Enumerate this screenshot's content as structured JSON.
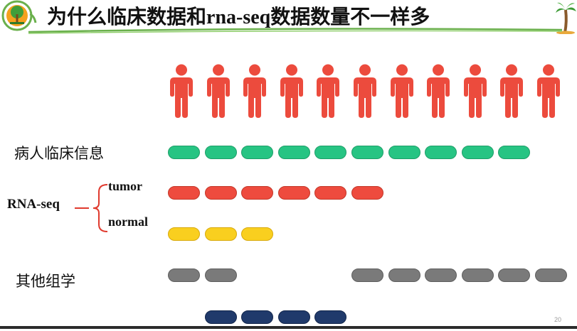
{
  "title": {
    "part1": "为什么临床数据和",
    "part2": "rna-seq",
    "part3": "数据数量不一样多"
  },
  "page_number": "20",
  "people": {
    "count": 11,
    "color": "#ec4b3d",
    "icon": "person-icon"
  },
  "rows": {
    "clinical": {
      "label": "病人临床信息",
      "color": "#27c483",
      "slots": [
        0,
        1,
        2,
        3,
        4,
        5,
        6,
        7,
        8,
        9
      ]
    },
    "rnaseq": {
      "label": "RNA-seq",
      "tumor": {
        "label": "tumor",
        "color": "#ee4b3e",
        "slots": [
          0,
          1,
          2,
          3,
          4,
          5
        ]
      },
      "normal": {
        "label": "normal",
        "color": "#f9cf1f",
        "slots": [
          0,
          1,
          2
        ]
      }
    },
    "omics": {
      "label": "其他组学",
      "color": "#7a7a7a",
      "slots": [
        0,
        1,
        5,
        6,
        7,
        8,
        9,
        10
      ]
    },
    "navy": {
      "color": "#203a6b",
      "slots": [
        1,
        2,
        3,
        4
      ]
    }
  },
  "colors": {
    "accent_green": "#6ab04c",
    "text": "#111111"
  }
}
